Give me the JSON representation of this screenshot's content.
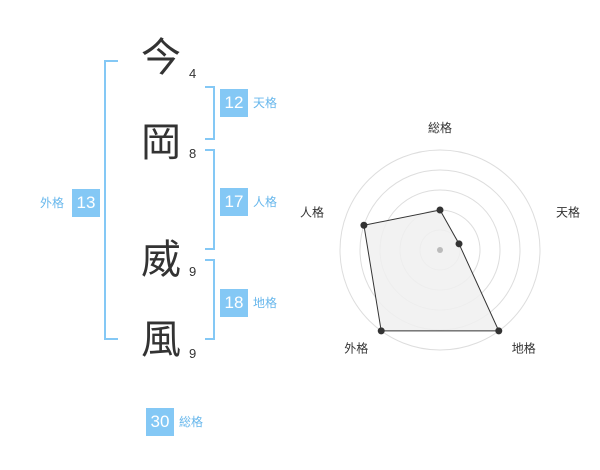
{
  "colors": {
    "accent": "#84c8f5",
    "bracket": "#84c8f5",
    "label_text": "#67b7ec",
    "radar_polygon_fill": "#f0f0f0",
    "radar_polygon_stroke": "#333333",
    "radar_ring": "#dddddd"
  },
  "name": {
    "characters": [
      {
        "char": "今",
        "strokes": "4"
      },
      {
        "char": "岡",
        "strokes": "8"
      },
      {
        "char": "威",
        "strokes": "9"
      },
      {
        "char": "風",
        "strokes": "9"
      }
    ]
  },
  "fortunes": {
    "tenkaku": {
      "value": "12",
      "label": "天格"
    },
    "jinkaku": {
      "value": "17",
      "label": "人格"
    },
    "chikaku": {
      "value": "18",
      "label": "地格"
    },
    "gaikaku": {
      "value": "13",
      "label": "外格"
    },
    "soukaku": {
      "value": "30",
      "label": "総格"
    }
  },
  "chart_data": {
    "type": "radar",
    "axes": [
      "総格",
      "天格",
      "地格",
      "外格",
      "人格"
    ],
    "rings": 5,
    "max": 5,
    "values": [
      2,
      1,
      5,
      5,
      4
    ]
  }
}
